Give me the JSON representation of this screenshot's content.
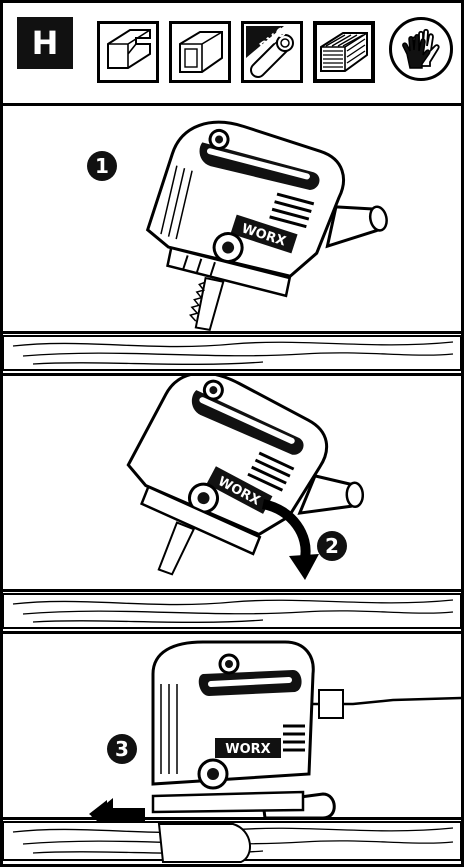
{
  "section_label": "H",
  "materials": {
    "icons": [
      "aluminium-profile-icon",
      "metal-profile-icon",
      "pvc-pipe-icon",
      "wood-plank-icon",
      "gloves-icon"
    ],
    "pvc_label": "PVC"
  },
  "steps": [
    {
      "number": "1",
      "brand": "WORX"
    },
    {
      "number": "2",
      "brand": "WORX"
    },
    {
      "number": "3",
      "brand": "WORX"
    }
  ]
}
